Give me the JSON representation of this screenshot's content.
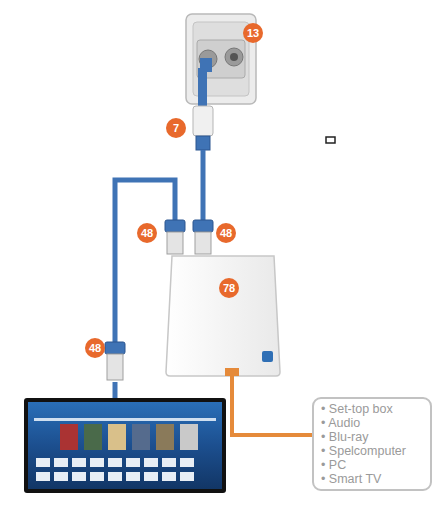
{
  "diagram": {
    "nodes": [
      {
        "text": [
          "• Set-top box",
          "• Audio",
          "• Blu-ray",
          "• Spelcomputer",
          "• PC",
          "• Smart TV"
        ]
      }
    ],
    "labels": [
      "13",
      "7",
      "48",
      "48",
      "78",
      "48"
    ]
  }
}
